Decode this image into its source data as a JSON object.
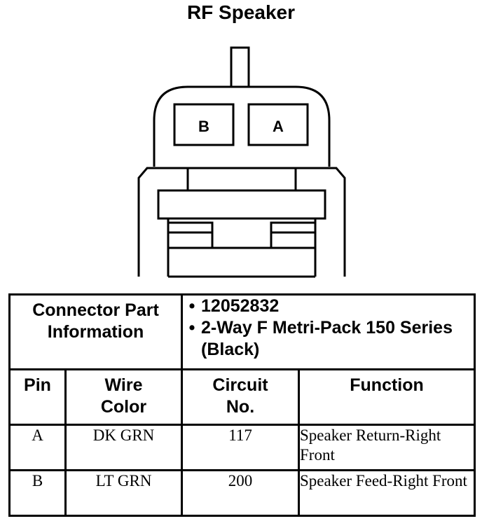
{
  "title": "RF Speaker",
  "connector": {
    "cavities": [
      "B",
      "A"
    ]
  },
  "part_info": {
    "label": "Connector Part Information",
    "items": [
      "12052832",
      "2-Way F Metri-Pack 150 Series (Black)"
    ]
  },
  "headers": {
    "pin": "Pin",
    "wire_color": "Wire Color",
    "circuit_no": "Circuit No.",
    "function": "Function"
  },
  "rows": [
    {
      "pin": "A",
      "wire_color": "DK GRN",
      "circuit": "117",
      "function": "Speaker Return-Right Front"
    },
    {
      "pin": "B",
      "wire_color": "LT GRN",
      "circuit": "200",
      "function": "Speaker Feed-Right Front"
    }
  ]
}
